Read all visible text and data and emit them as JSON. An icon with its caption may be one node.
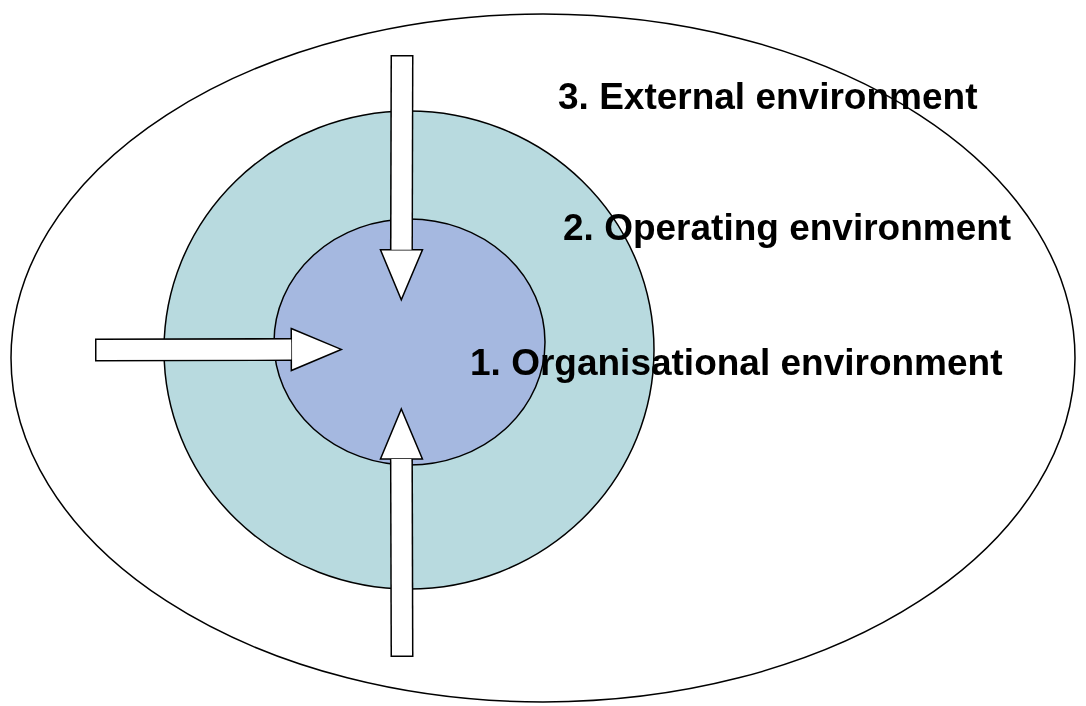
{
  "diagram": {
    "nodes": [
      {
        "text": [
          "3. External environment"
        ]
      },
      {
        "text": [
          "2. Operating environment"
        ],
        "in": 0
      },
      {
        "text": [
          "1. Organisational environment"
        ],
        "in": 1
      }
    ],
    "edges": [
      {
        "from": null,
        "to": 2,
        "arrow": "to"
      },
      {
        "from": null,
        "to": 2,
        "arrow": "to"
      },
      {
        "from": null,
        "to": 2,
        "arrow": "to"
      }
    ]
  }
}
